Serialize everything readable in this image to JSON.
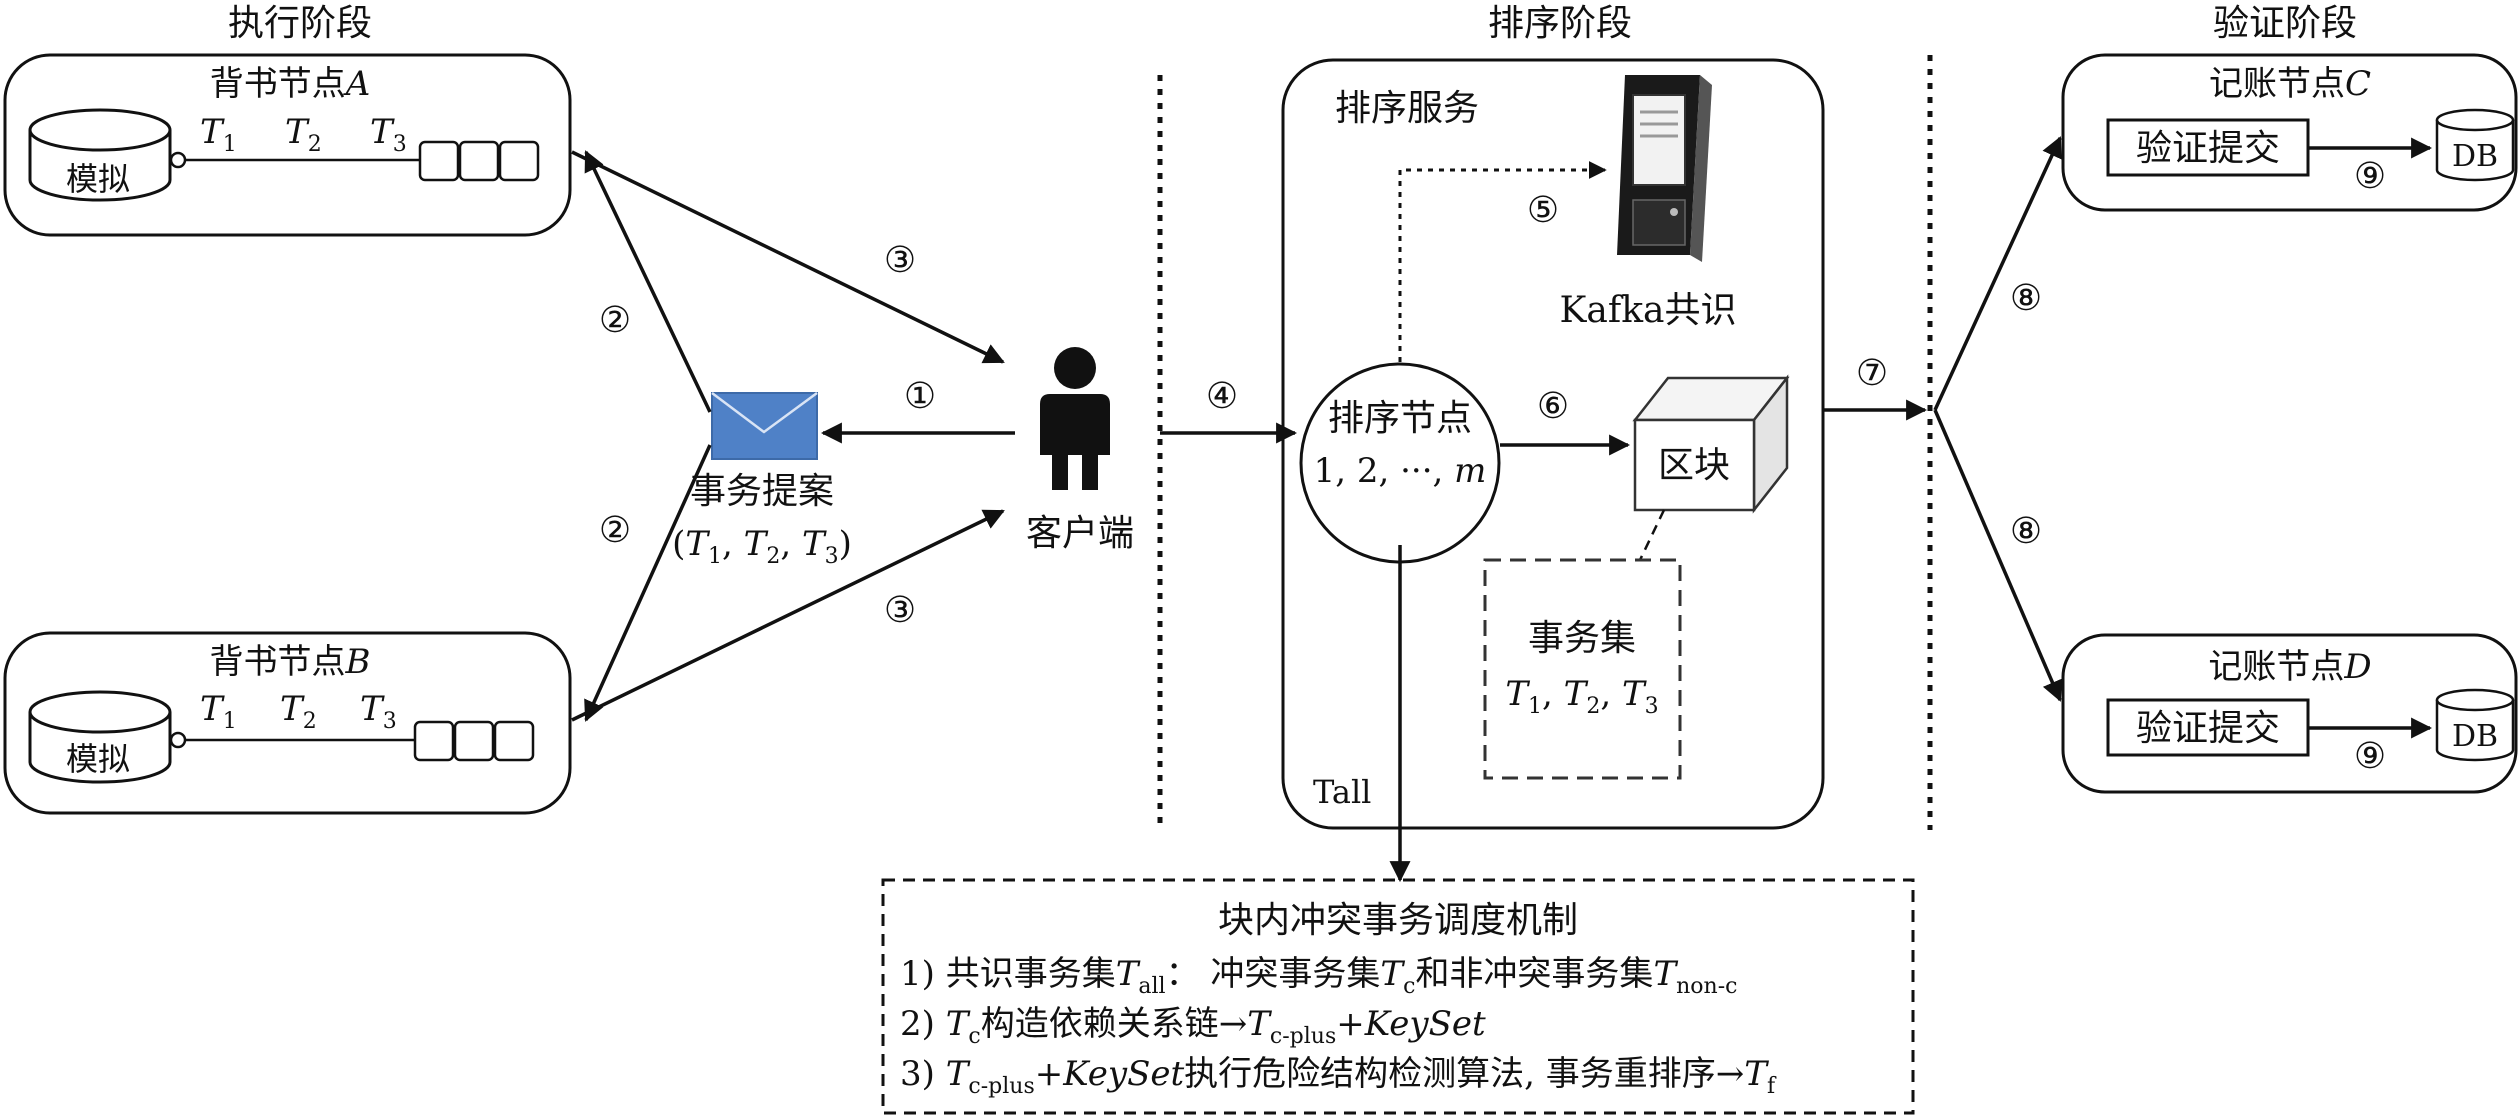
{
  "phases": {
    "execute": "执行阶段",
    "order": "排序阶段",
    "validate": "验证阶段"
  },
  "endorser_a": {
    "label_prefix": "背书节点",
    "label_var": "A",
    "db_label": "模拟",
    "t1": "T",
    "t1_sub": "1",
    "t2": "T",
    "t2_sub": "2",
    "t3": "T",
    "t3_sub": "3"
  },
  "endorser_b": {
    "label_prefix": "背书节点",
    "label_var": "B",
    "db_label": "模拟",
    "t1": "T",
    "t1_sub": "1",
    "t2": "T",
    "t2_sub": "2",
    "t3": "T",
    "t3_sub": "3"
  },
  "proposal": {
    "label": "事务提案",
    "paren_open": "(",
    "t": "T",
    "s1": "1",
    "s2": "2",
    "s3": "3",
    "sep": ", ",
    "paren_close": ")"
  },
  "client": {
    "label": "客户端"
  },
  "steps": {
    "s1": "①",
    "s2": "②",
    "s3": "③",
    "s4": "④",
    "s5": "⑤",
    "s6": "⑥",
    "s7": "⑦",
    "s8": "⑧",
    "s9": "⑨"
  },
  "ordering_service": {
    "title": "排序服务",
    "kafka_label": "Kafka共识",
    "node_line1": "排序节点",
    "node_line2": "1, 2, ···, ",
    "node_var": "m",
    "block_label": "区块",
    "txset_label": "事务集",
    "tall_label": "Tall"
  },
  "committer_c": {
    "label_prefix": "记账节点",
    "label_var": "C",
    "validate_label": "验证提交",
    "db_label": "DB"
  },
  "committer_d": {
    "label_prefix": "记账节点",
    "label_var": "D",
    "validate_label": "验证提交",
    "db_label": "DB"
  },
  "mechanism": {
    "title": "块内冲突事务调度机制",
    "l1_a": "1) 共识事务集",
    "l1_t": "T",
    "l1_sub1": "all",
    "l1_b": "：  冲突事务集",
    "l1_sub2": "c",
    "l1_c": "和非冲突事务集",
    "l1_sub3": "non-c",
    "l2_a": "2) ",
    "l2_t": "T",
    "l2_sub1": "c",
    "l2_b": "构造依赖关系链→",
    "l2_sub2": "c-plus",
    "l2_plus": "+",
    "l2_key": "KeySet",
    "l3_a": "3) ",
    "l3_t": "T",
    "l3_sub1": "c-plus",
    "l3_plus": "+",
    "l3_key": "KeySet",
    "l3_b": "执行危险结构检测算法, 事务重排序→",
    "l3_sub2": "f"
  }
}
